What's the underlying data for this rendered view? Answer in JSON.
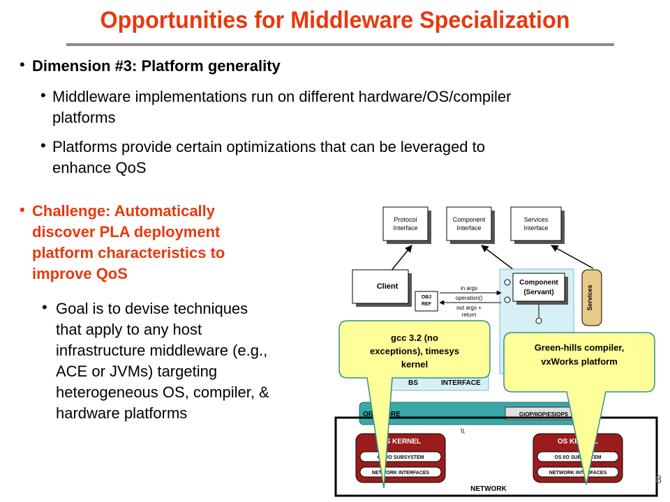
{
  "slide": {
    "title": "Opportunities for Middleware Specialization",
    "page_number": "8"
  },
  "bullets": {
    "dimension": "Dimension #3: Platform generality",
    "sub1_line1": "Middleware implementations run on different hardware/OS/compiler",
    "sub1_line2": "platforms",
    "sub2_line1": "Platforms provide certain optimizations that can be leveraged to",
    "sub2_line2": "enhance QoS",
    "challenge_lines": [
      "Challenge: Automatically",
      "discover PLA deployment",
      "platform characteristics to",
      "improve QoS"
    ],
    "goal_lines": [
      "Goal is to devise techniques",
      "that apply to any host",
      "infrastructure middleware (e.g.,",
      "ACE or JVMs) targeting",
      "heterogeneous OS, compiler, &",
      "hardware platforms"
    ]
  },
  "diagram": {
    "protocol_interface": [
      "Protocol",
      "Interface"
    ],
    "component_interface": [
      "Component",
      "Interface"
    ],
    "services_interface": [
      "Services",
      "Interface"
    ],
    "client": "Client",
    "obj_ref": [
      "OBJ",
      "REF"
    ],
    "in_args": "in args",
    "operation": "operation()",
    "out_args": [
      "out args +",
      "return"
    ],
    "component_servant": [
      "Component",
      "(Servant)"
    ],
    "services": "Services",
    "interface": "INTERFACE",
    "bs": "BS",
    "orb_core": "ORB CORE",
    "giop": "GIOP/IIOP/ESIOPS",
    "os_kernel_left": "OS KERNEL",
    "os_kernel_right": "OS KERNEL",
    "os_io": "OS I/O SUBSYSTEM",
    "network_interfaces": "NETWORK INTERFACES",
    "network": "NETWORK"
  },
  "callouts": {
    "left": [
      "gcc 3.2 (no",
      "exceptions), timesys",
      "kernel"
    ],
    "right": [
      "Green-hills compiler,",
      "vxWorks platform"
    ]
  },
  "colors": {
    "title": "#e8380d",
    "callout_fill": "#ffff99",
    "kernel_red": "#9b1c1c",
    "orb_teal": "#3aa8a8",
    "light_cyan": "#d6f0f5"
  }
}
